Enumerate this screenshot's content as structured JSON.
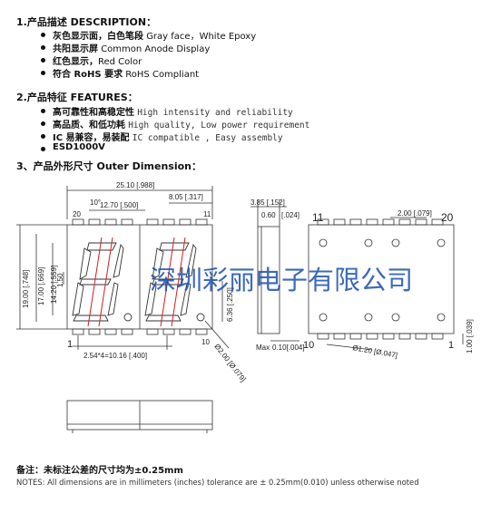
{
  "description": {
    "heading": "1.产品描述 DESCRIPTION：",
    "items": [
      {
        "zh": "灰色显示面，白色笔段",
        "en": "Gray face，White Epoxy"
      },
      {
        "zh": "共阳显示屏",
        "en": "Common Anode Display"
      },
      {
        "zh": "红色显示，",
        "en": "Red Color"
      },
      {
        "zh": "符合 RoHS 要求",
        "en": "RoHS Compliant"
      }
    ]
  },
  "features": {
    "heading": "2.产品特征 FEATURES：",
    "items": [
      {
        "zh": "高可靠性和高稳定性",
        "en": "High intensity and reliability"
      },
      {
        "zh": "高品质、和低功耗",
        "en": "High quality, Low power requirement"
      },
      {
        "zh": "IC 易兼容，易装配",
        "en": "IC compatible , Easy assembly"
      },
      {
        "zh": "ESD1000V",
        "en": ""
      }
    ]
  },
  "dimension": {
    "heading": "3、产品外形尺寸 Outer Dimension："
  },
  "drawing": {
    "labels": {
      "width": "25.10 [.988]",
      "d_805": "8.05 [.317]",
      "d_1270": "12.70 [.500]",
      "angle": "10°",
      "pin20": "20",
      "pin11": "11",
      "pin1": "1",
      "pin10": "10",
      "h1900": "19.00 [.748]",
      "h1700": "17.00 [.669]",
      "h1420": "14.20 [.559]",
      "h150": "1.50",
      "h636": "6.36 [.250]",
      "pitch": "2.54*4=10.16 [.400]",
      "dia": "Ø2.00 [Ø.079]",
      "side_385": "3.85 [.152]",
      "side_060": "0.60",
      "side_024": "[.024]",
      "side_max": "Max",
      "side_010": "0.10[.004]",
      "back_11": "11",
      "back_20": "20",
      "back_10": "10",
      "back_1": "1",
      "back_200": "2.00 [.079]",
      "back_120": "Ø1.20 [Ø.047]",
      "back_100": "1.00 [.039]"
    },
    "watermark": "深圳彩丽电子有限公司"
  },
  "notes": {
    "zh": "备注：未标注公差的尺寸均为±0.25mm",
    "en": "NOTES: All dimensions are in millimeters (inches) tolerance are ± 0.25mm(0.010) unless otherwise noted"
  },
  "colors": {
    "segment_red": "#d42020",
    "line": "#333333",
    "watermark": "#1a4fb0"
  }
}
